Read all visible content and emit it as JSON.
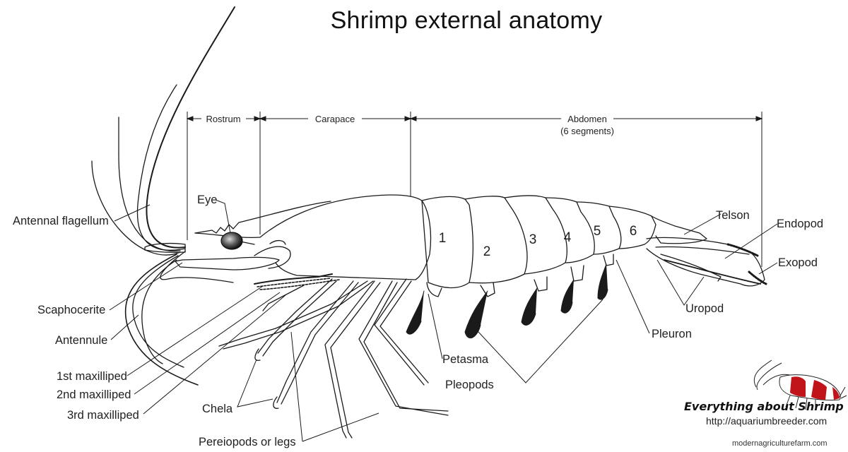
{
  "title": "Shrimp external anatomy",
  "dimensions": {
    "rostrum": "Rostrum",
    "carapace": "Carapace",
    "abdomen": "Abdomen",
    "abdomen_note": "(6 segments)"
  },
  "segments": [
    "1",
    "2",
    "3",
    "4",
    "5",
    "6"
  ],
  "labels": {
    "antennal_flagellum": "Antennal flagellum",
    "eye": "Eye",
    "scaphocerite": "Scaphocerite",
    "antennule": "Antennule",
    "maxilliped_1": "1st maxilliped",
    "maxilliped_2": "2nd maxilliped",
    "maxilliped_3": "3rd maxilliped",
    "chela": "Chela",
    "pereiopods": "Pereiopods or legs",
    "petasma": "Petasma",
    "pleopods": "Pleopods",
    "pleuron": "Pleuron",
    "uropod": "Uropod",
    "telson": "Telson",
    "endopod": "Endopod",
    "exopod": "Exopod"
  },
  "brand": {
    "name": "Everything about Shrimp",
    "url": "http://aquariumbreeder.com",
    "credit": "modernagriculturefarm.com"
  },
  "colors": {
    "line": "#1a1a1a",
    "logo_red": "#c0141a"
  }
}
